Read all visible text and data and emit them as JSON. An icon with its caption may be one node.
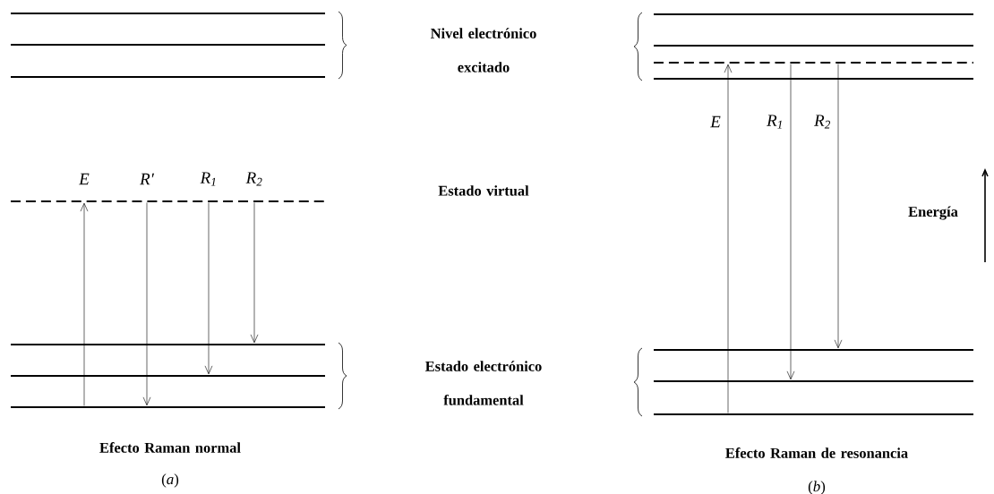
{
  "diagram": {
    "nodes": [
      {
        "text": [],
        "shape": "line"
      },
      {
        "text": [],
        "shape": "line"
      },
      {
        "text": [],
        "shape": "line"
      },
      {
        "text": [],
        "shape": "line"
      },
      {
        "text": [],
        "shape": "line"
      },
      {
        "text": [],
        "shape": "line"
      },
      {
        "text": [],
        "shape": "line"
      },
      {
        "text": [],
        "shape": "line"
      },
      {
        "text": [],
        "shape": "line"
      },
      {
        "text": [],
        "shape": "line"
      },
      {
        "text": [],
        "shape": "line"
      },
      {
        "text": [],
        "shape": "line"
      },
      {
        "text": [],
        "shape": "line"
      },
      {
        "text": [],
        "shape": "line"
      }
    ],
    "edges": [
      {
        "from": 6,
        "to": 3,
        "arrow": "to",
        "label": "E"
      },
      {
        "from": 3,
        "to": 6,
        "arrow": "to",
        "label": "R′"
      },
      {
        "from": 3,
        "to": 5,
        "arrow": "to",
        "label": "R$_{1}$"
      },
      {
        "from": 3,
        "to": 4,
        "arrow": "to",
        "label": "R$_{2}$"
      },
      {
        "from": 13,
        "to": 9,
        "arrow": "to",
        "label": "E"
      },
      {
        "from": 9,
        "to": 12,
        "arrow": "to",
        "label": "R$_{1}$"
      },
      {
        "from": 9,
        "to": 11,
        "arrow": "to",
        "label": "R$_{2}$"
      }
    ],
    "labels": [
      "Nivel electrónico excitado",
      "Estado virtual",
      "Energía",
      "Estado electrónico fundamental",
      "Efecto Raman normal",
      "Efecto Raman de resonancia",
      "(*a*)",
      "(*b*)"
    ]
  }
}
